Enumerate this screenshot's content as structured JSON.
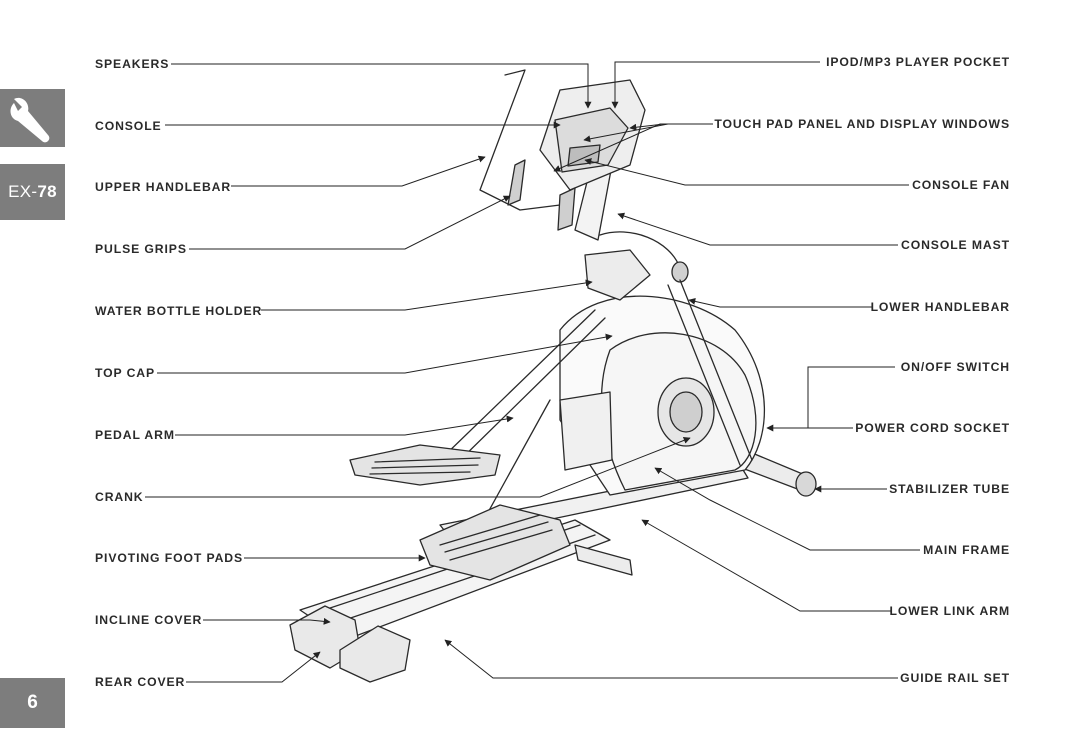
{
  "sidebar": {
    "model_prefix": "EX-",
    "model_number": "78",
    "page_number": "6"
  },
  "labels_left": [
    "SPEAKERS",
    "CONSOLE",
    "UPPER HANDLEBAR",
    "PULSE GRIPS",
    "WATER BOTTLE HOLDER",
    "TOP CAP",
    "PEDAL ARM",
    "CRANK",
    "PIVOTING FOOT PADS",
    "INCLINE COVER",
    "REAR COVER"
  ],
  "labels_right": [
    "IPOD/MP3 PLAYER POCKET",
    "TOUCH PAD PANEL AND DISPLAY WINDOWS",
    "CONSOLE FAN",
    "CONSOLE MAST",
    "LOWER HANDLEBAR",
    "ON/OFF SWITCH",
    "POWER CORD SOCKET",
    "STABILIZER TUBE",
    "MAIN FRAME",
    "LOWER LINK ARM",
    "GUIDE RAIL SET"
  ],
  "icons": {
    "tab_icon": "wrench-icon"
  }
}
